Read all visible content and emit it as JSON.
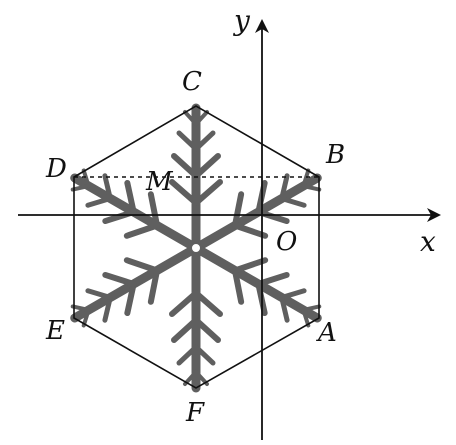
{
  "figure": {
    "axes": {
      "x_label": "x",
      "y_label": "y"
    },
    "points": {
      "A": "A",
      "B": "B",
      "C": "C",
      "D": "D",
      "E": "E",
      "F": "F",
      "M": "M",
      "O": "O"
    },
    "colors": {
      "ink": "#111111",
      "snowflake": "#5f5f5f",
      "background": "#ffffff"
    },
    "decoration": "snowflake-icon"
  }
}
